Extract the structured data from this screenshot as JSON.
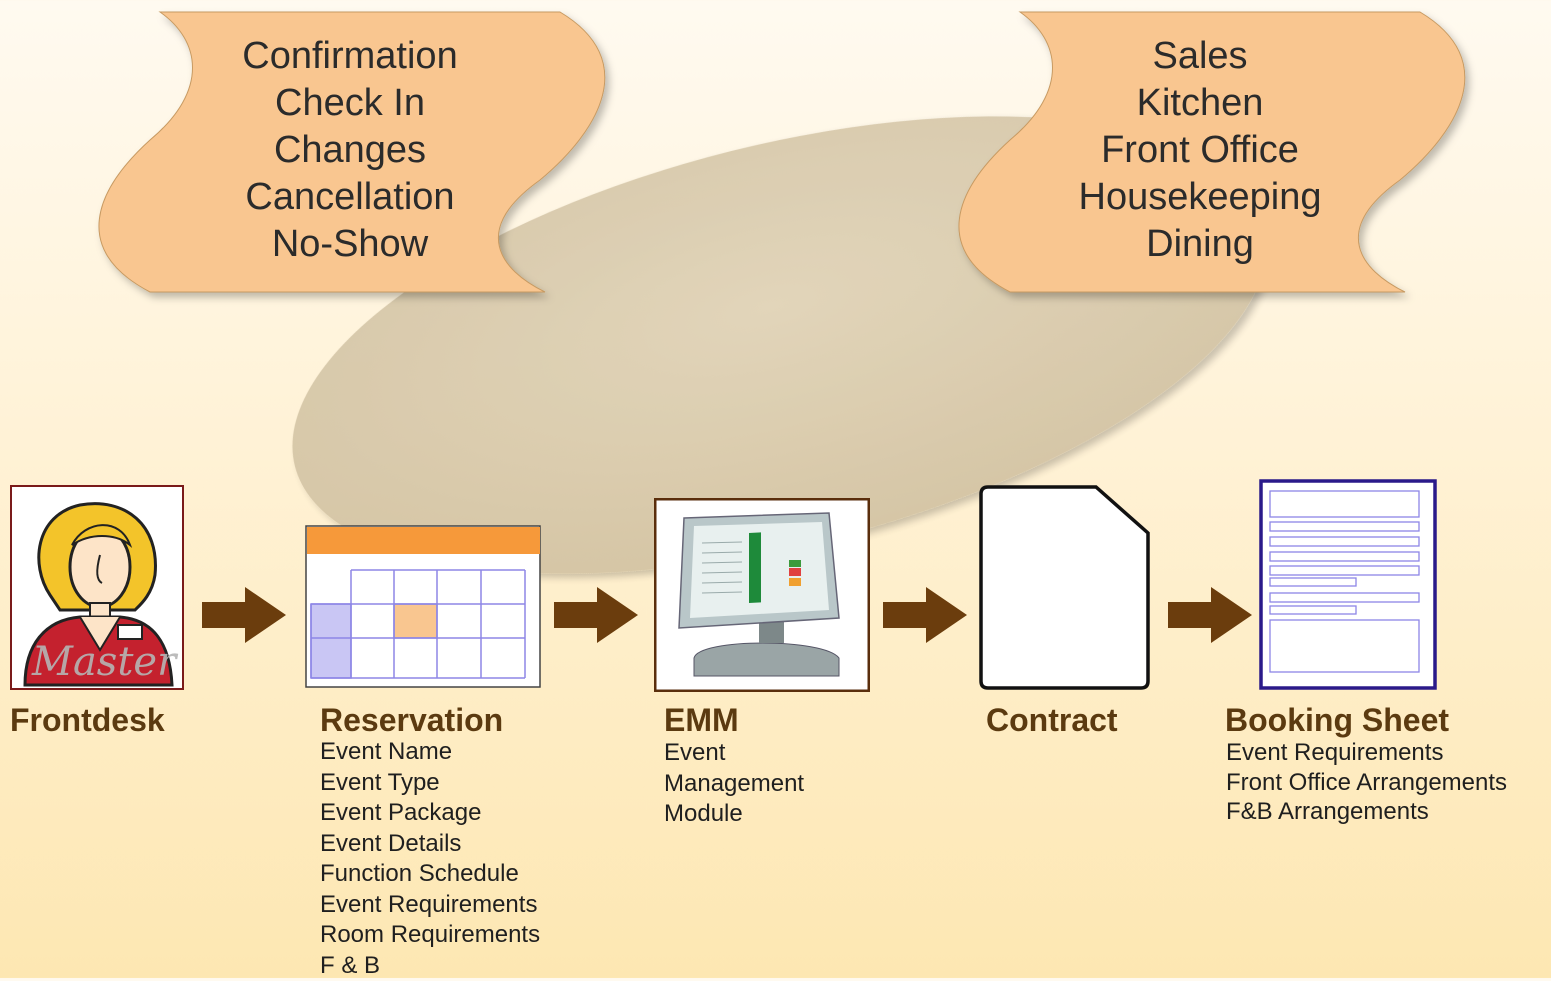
{
  "banners": {
    "left": [
      "Confirmation",
      "Check In",
      "Changes",
      "Cancellation",
      "No-Show"
    ],
    "right": [
      "Sales",
      "Kitchen",
      "Front Office",
      "Housekeeping",
      "Dining"
    ]
  },
  "stages": {
    "frontdesk": {
      "title": "Frontdesk",
      "items": [],
      "logo_text": "Master"
    },
    "reservation": {
      "title": "Reservation",
      "items": [
        "Event Name",
        "Event Type",
        "Event Package",
        "Event Details",
        "Function Schedule",
        "Event Requirements",
        "Room Requirements",
        "F & B"
      ]
    },
    "emm": {
      "title": "EMM",
      "items": [
        "Event",
        "Management",
        "Module"
      ]
    },
    "contract": {
      "title": "Contract",
      "items": []
    },
    "booking": {
      "title": "Booking Sheet",
      "items": [
        "Event Requirements",
        "Front Office Arrangements",
        "F&B Arrangements"
      ]
    }
  },
  "colors": {
    "banner_fill": "#f9c690",
    "ellipse_fill": "#e2d3b6",
    "arrow": "#6b3d0d",
    "title": "#5b3a10",
    "calendar_header": "#f6993a",
    "calendar_grid": "#8d86e6",
    "booking_border": "#2a1a8a"
  }
}
